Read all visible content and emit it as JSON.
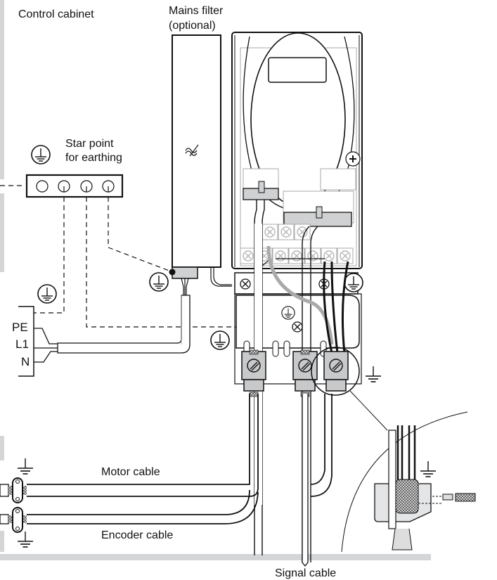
{
  "labels": {
    "control_cabinet": "Control cabinet",
    "mains_filter_line1": "Mains filter",
    "mains_filter_line2": "(optional)",
    "star_point_line1": "Star point",
    "star_point_line2": "for earthing",
    "pe": "PE",
    "l1": "L1",
    "n": "N",
    "motor_cable": "Motor cable",
    "encoder_cable": "Encoder cable",
    "signal_cable": "Signal cable"
  },
  "icons": {
    "earth": "protective-earth-symbol",
    "ground": "ground-symbol",
    "filter": "filter-symbol",
    "screw": "terminal-screw"
  },
  "colors": {
    "line": "#111111",
    "cabinet_wall": "#d4d5d7",
    "component_fill": "#d0d1d3",
    "light_fill": "#e4e5e7"
  }
}
